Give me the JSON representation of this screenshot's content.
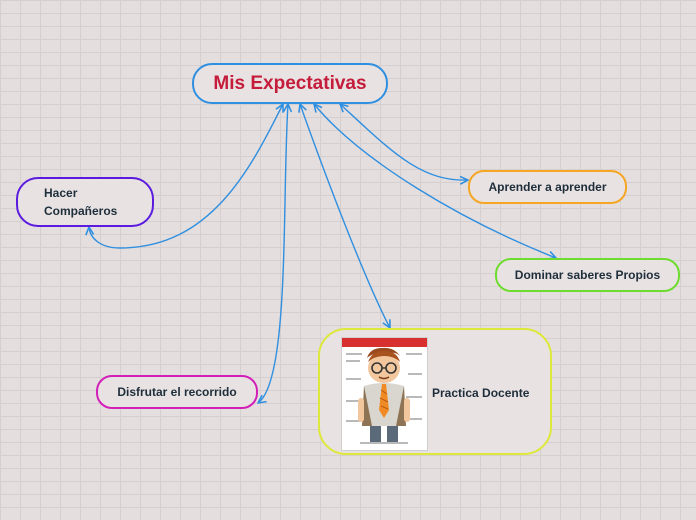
{
  "central": {
    "label": "Mis Expectativas"
  },
  "topics": {
    "hacer": {
      "line1": "Hacer",
      "line2": "Compañeros"
    },
    "aprender": {
      "label": "Aprender a aprender"
    },
    "dominar": {
      "label": "Dominar saberes Propios"
    },
    "disfrutar": {
      "label": "Disfrutar el recorrido"
    },
    "practica": {
      "label": "Practica Docente",
      "image": "teacher-illustration"
    }
  },
  "colors": {
    "connector": "#2f8fe0",
    "central_text": "#c41c3a",
    "hacer_border": "#5b1ce0",
    "aprender_border": "#f5a623",
    "dominar_border": "#6edc2e",
    "disfrutar_border": "#d11fb8",
    "practica_border": "#dde83a"
  }
}
